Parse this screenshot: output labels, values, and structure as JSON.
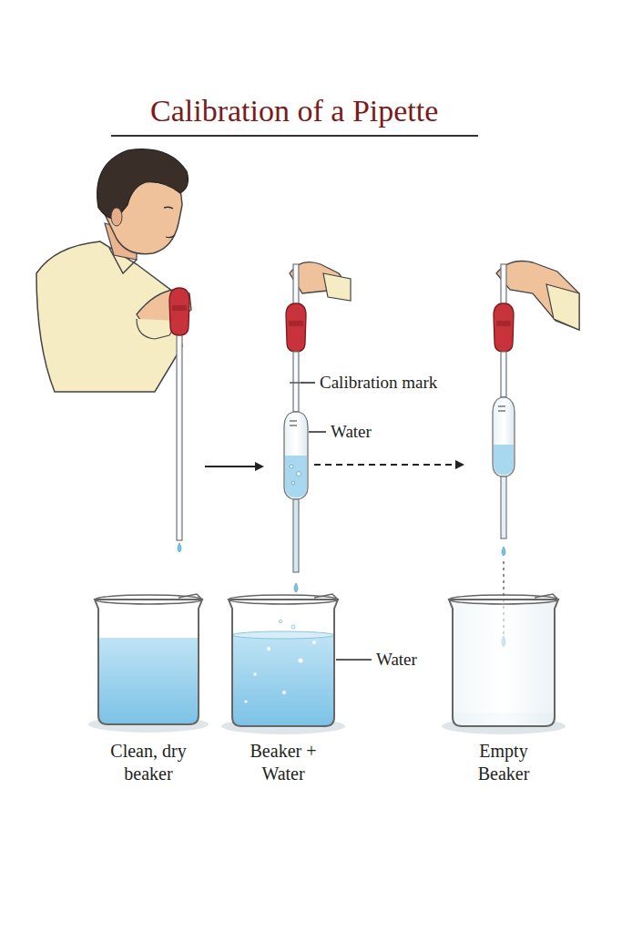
{
  "diagram": {
    "title": "Calibration of a Pipette",
    "labels": [
      "Calibration mark",
      "Water",
      "Water",
      "Clean, dry beaker",
      "Beaker + Water",
      "Empty Beaker"
    ]
  }
}
